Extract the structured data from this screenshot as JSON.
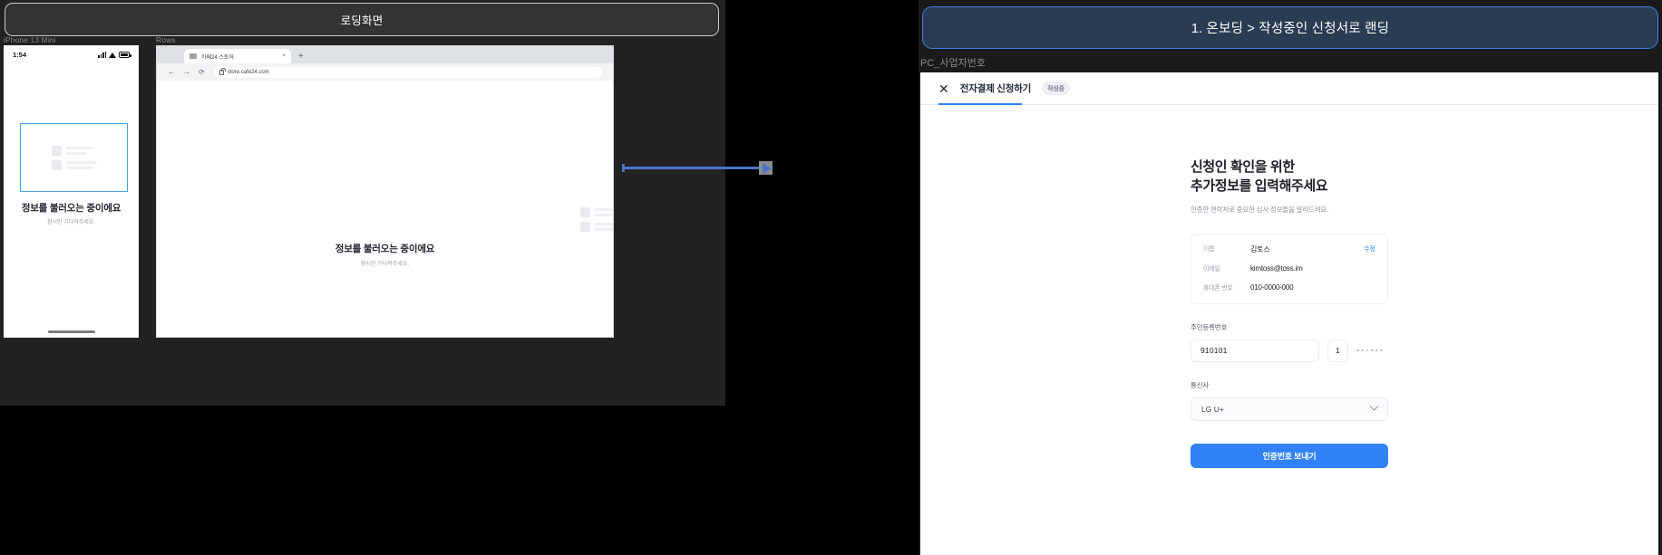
{
  "left_group": {
    "title": "로딩화면",
    "phone_frame": {
      "label": "iPhone 13 Mini",
      "status_time": "1:54",
      "icons": [
        "signal-icon",
        "wifi-icon",
        "battery-icon"
      ],
      "loading_title": "정보를 불러오는 중이에요",
      "loading_sub": "잠시만 기다려주세요."
    },
    "browser_frame": {
      "label": "Rows",
      "tab_title": "카페24 스토어",
      "tab_close": "×",
      "new_tab": "+",
      "nav_back": "←",
      "nav_forward": "→",
      "nav_reload": "⟳",
      "url": "store.cafe24.com",
      "loading_title": "정보를 불러오는 중이에요",
      "loading_sub": "잠시만 기다려주세요."
    }
  },
  "right_group": {
    "title": "1. 온보딩 > 작성중인 신청서로 랜딩",
    "frame_label": "PC_사업자번호",
    "pc_frame": {
      "tab": {
        "close_icon": "✕",
        "label": "전자결제 신청하기",
        "badge": "작성중"
      },
      "form": {
        "heading_line1": "신청인 확인을 위한",
        "heading_line2": "추가정보를 입력해주세요",
        "subtitle": "인증한 연락처로 중요한 심사 정보들을 알려드려요.",
        "info_card": {
          "edit_label": "수정",
          "rows": [
            {
              "key": "이름",
              "value": "김토스"
            },
            {
              "key": "이메일",
              "value": "kimtoss@toss.im"
            },
            {
              "key": "휴대폰 번호",
              "value": "010-0000-000"
            }
          ]
        },
        "rrn": {
          "label": "주민등록번호",
          "front_value": "910101",
          "back_first": "1",
          "masked_count": 6
        },
        "carrier": {
          "label": "통신사",
          "selected": "LG U+"
        },
        "submit_label": "인증번호 보내기"
      }
    }
  },
  "colors": {
    "accent_blue": "#3182f6",
    "connector_blue": "#4a74c9",
    "group_border": "#3d7ddb",
    "canvas_bg": "#000000"
  }
}
